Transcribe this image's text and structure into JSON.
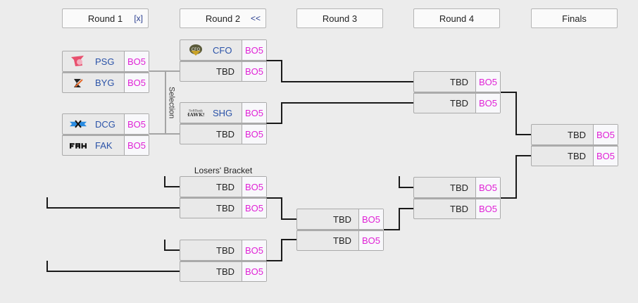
{
  "headers": [
    {
      "label": "Round 1",
      "control": "[x]"
    },
    {
      "label": "Round 2",
      "control": "<<"
    },
    {
      "label": "Round 3",
      "control": ""
    },
    {
      "label": "Round 4",
      "control": ""
    },
    {
      "label": "Finals",
      "control": ""
    }
  ],
  "selection_label": "Selection",
  "losers_bracket_label": "Losers' Bracket",
  "colors": {
    "team_text": "#2a52a8",
    "bo_text": "#e021d6",
    "line": "#1a1a1a",
    "background": "#ececec"
  },
  "matches": {
    "r1_m1": [
      {
        "team": "PSG",
        "logo": "psg-logo-icon",
        "format": "BO5"
      },
      {
        "team": "BYG",
        "logo": "byg-logo-icon",
        "format": "BO5"
      }
    ],
    "r1_m2": [
      {
        "team": "DCG",
        "logo": "dcg-logo-icon",
        "format": "BO5"
      },
      {
        "team": "FAK",
        "logo": "fak-logo-icon",
        "format": "BO5"
      }
    ],
    "r2_m1": [
      {
        "team": "CFO",
        "logo": "cfo-logo-icon",
        "format": "BO5"
      },
      {
        "team": "TBD",
        "format": "BO5"
      }
    ],
    "r2_m2": [
      {
        "team": "SHG",
        "logo": "shg-logo-icon",
        "format": "BO5"
      },
      {
        "team": "TBD",
        "format": "BO5"
      }
    ],
    "r2_l1": [
      {
        "team": "TBD",
        "format": "BO5"
      },
      {
        "team": "TBD",
        "format": "BO5"
      }
    ],
    "r2_l2": [
      {
        "team": "TBD",
        "format": "BO5"
      },
      {
        "team": "TBD",
        "format": "BO5"
      }
    ],
    "r3_l1": [
      {
        "team": "TBD",
        "format": "BO5"
      },
      {
        "team": "TBD",
        "format": "BO5"
      }
    ],
    "r4_m1": [
      {
        "team": "TBD",
        "format": "BO5"
      },
      {
        "team": "TBD",
        "format": "BO5"
      }
    ],
    "r4_l1": [
      {
        "team": "TBD",
        "format": "BO5"
      },
      {
        "team": "TBD",
        "format": "BO5"
      }
    ],
    "final": [
      {
        "team": "TBD",
        "format": "BO5"
      },
      {
        "team": "TBD",
        "format": "BO5"
      }
    ]
  }
}
